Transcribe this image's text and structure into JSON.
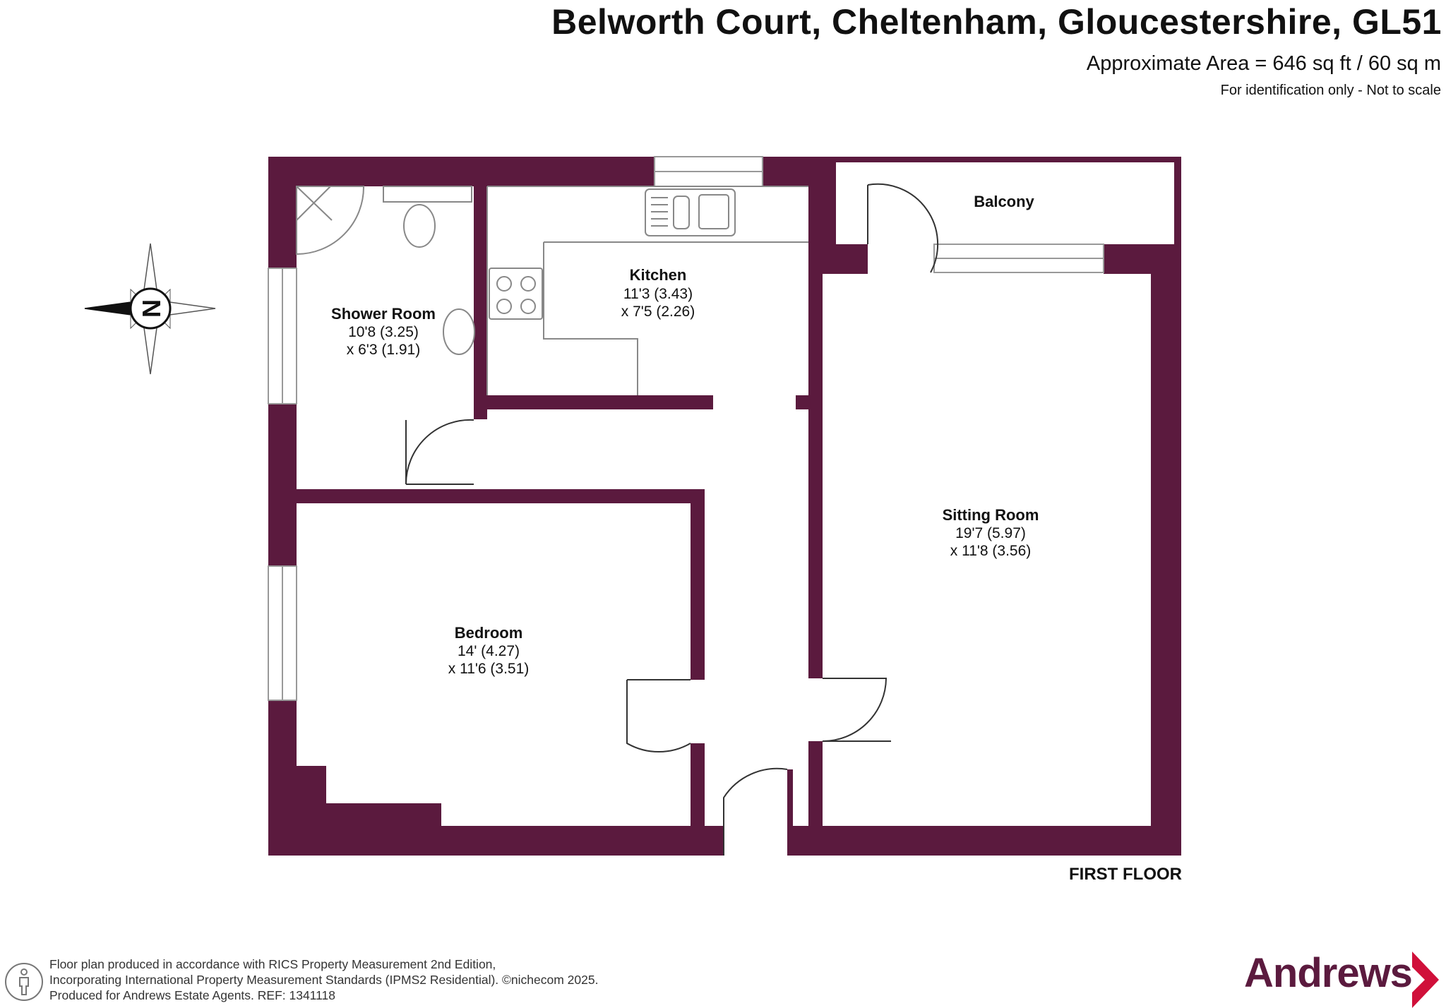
{
  "header": {
    "title": "Belworth Court, Cheltenham, Gloucestershire, GL51",
    "area": "Approximate Area = 646 sq ft / 60 sq m",
    "note": "For identification only - Not to scale"
  },
  "rooms": {
    "balcony": {
      "name": "Balcony"
    },
    "kitchen": {
      "name": "Kitchen",
      "dim1": "11'3 (3.43)",
      "dim2": "x 7'5 (2.26)"
    },
    "shower": {
      "name": "Shower Room",
      "dim1": "10'8 (3.25)",
      "dim2": "x 6'3 (1.91)"
    },
    "sitting": {
      "name": "Sitting Room",
      "dim1": "19'7 (5.97)",
      "dim2": "x 11'8 (3.56)"
    },
    "bedroom": {
      "name": "Bedroom",
      "dim1": "14' (4.27)",
      "dim2": "x 11'6 (3.51)"
    }
  },
  "floor_label": "FIRST FLOOR",
  "compass": {
    "letter": "N"
  },
  "footer": {
    "line1": "Floor plan produced in accordance with RICS Property Measurement 2nd Edition,",
    "line2": "Incorporating International Property Measurement Standards (IPMS2 Residential).   ©nichecom 2025.",
    "line3": "Produced for Andrews Estate Agents.    REF: 1341118"
  },
  "brand": {
    "name": "Andrews"
  },
  "colors": {
    "wall": "#5b1a3e",
    "brand": "#5b1a3e",
    "window_line": "#999999"
  }
}
